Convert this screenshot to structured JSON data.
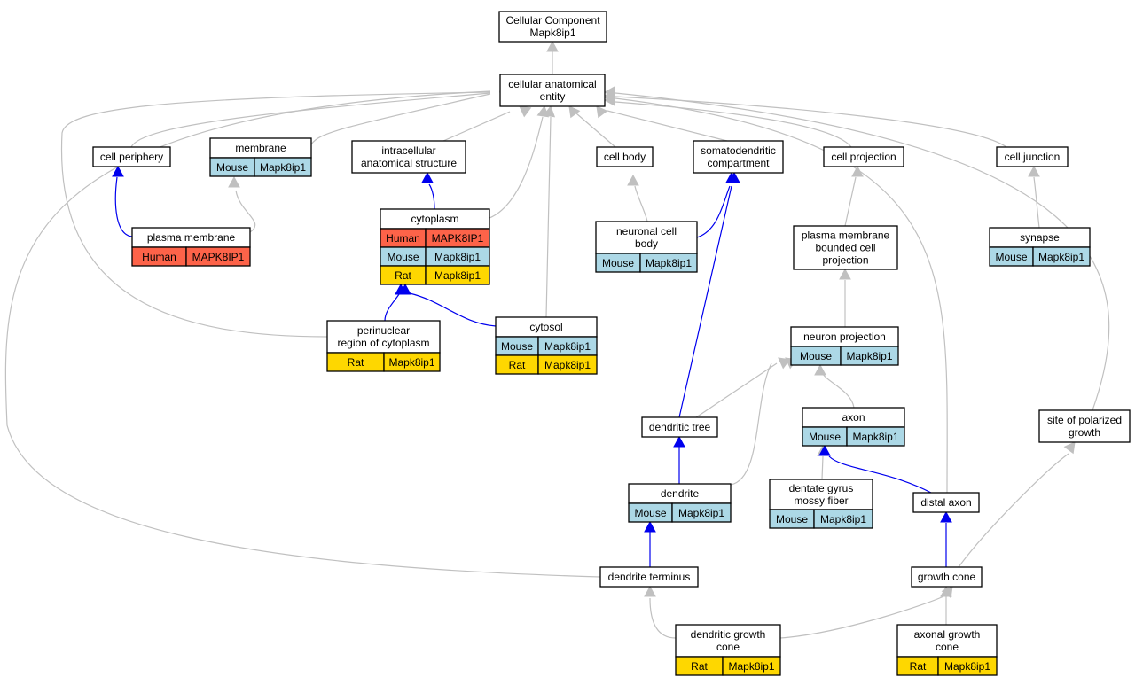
{
  "colors": {
    "human": "#fd6349",
    "mouse": "#acd8e6",
    "rat": "#fed700",
    "edge_is_a": "#c0c0c0",
    "edge_part_of": "#0000ee"
  },
  "nodes": {
    "root": [
      "Cellular Component",
      "Mapk8ip1"
    ],
    "cae": [
      "cellular anatomical",
      "entity"
    ],
    "cell_periphery": [
      "cell periphery"
    ],
    "membrane": [
      "membrane"
    ],
    "intracellular": [
      "intracellular",
      "anatomical structure"
    ],
    "cell_body": [
      "cell body"
    ],
    "somatodendritic": [
      "somatodendritic",
      "compartment"
    ],
    "cell_projection": [
      "cell projection"
    ],
    "cell_junction": [
      "cell junction"
    ],
    "plasma_membrane": [
      "plasma membrane"
    ],
    "cytoplasm": [
      "cytoplasm"
    ],
    "neuronal_cell_body": [
      "neuronal cell",
      "body"
    ],
    "pm_bounded": [
      "plasma membrane",
      "bounded cell",
      "projection"
    ],
    "synapse": [
      "synapse"
    ],
    "perinuclear": [
      "perinuclear",
      "region of cytoplasm"
    ],
    "cytosol": [
      "cytosol"
    ],
    "neuron_projection": [
      "neuron projection"
    ],
    "axon": [
      "axon"
    ],
    "dendritic_tree": [
      "dendritic tree"
    ],
    "site_polarized": [
      "site of polarized",
      "growth"
    ],
    "dendrite": [
      "dendrite"
    ],
    "dentate_gyrus": [
      "dentate gyrus",
      "mossy fiber"
    ],
    "distal_axon": [
      "distal axon"
    ],
    "dendrite_terminus": [
      "dendrite terminus"
    ],
    "growth_cone": [
      "growth cone"
    ],
    "dendritic_growth_cone": [
      "dendritic growth",
      "cone"
    ],
    "axonal_growth_cone": [
      "axonal growth",
      "cone"
    ]
  },
  "annotations": {
    "membrane": [
      [
        "Mouse",
        "Mapk8ip1"
      ]
    ],
    "plasma_membrane": [
      [
        "Human",
        "MAPK8IP1"
      ]
    ],
    "cytoplasm": [
      [
        "Human",
        "MAPK8IP1"
      ],
      [
        "Mouse",
        "Mapk8ip1"
      ],
      [
        "Rat",
        "Mapk8ip1"
      ]
    ],
    "neuronal_cell_body": [
      [
        "Mouse",
        "Mapk8ip1"
      ]
    ],
    "synapse": [
      [
        "Mouse",
        "Mapk8ip1"
      ]
    ],
    "perinuclear": [
      [
        "Rat",
        "Mapk8ip1"
      ]
    ],
    "cytosol": [
      [
        "Mouse",
        "Mapk8ip1"
      ],
      [
        "Rat",
        "Mapk8ip1"
      ]
    ],
    "neuron_projection": [
      [
        "Mouse",
        "Mapk8ip1"
      ]
    ],
    "axon": [
      [
        "Mouse",
        "Mapk8ip1"
      ]
    ],
    "dendrite": [
      [
        "Mouse",
        "Mapk8ip1"
      ]
    ],
    "dentate_gyrus": [
      [
        "Mouse",
        "Mapk8ip1"
      ]
    ],
    "dendritic_growth_cone": [
      [
        "Rat",
        "Mapk8ip1"
      ]
    ],
    "axonal_growth_cone": [
      [
        "Rat",
        "Mapk8ip1"
      ]
    ]
  }
}
